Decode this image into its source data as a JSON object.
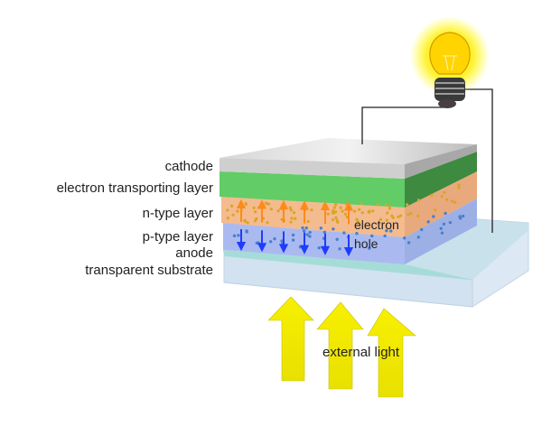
{
  "layer_labels": {
    "cathode": "cathode",
    "etl": "electron transporting layer",
    "n_type": "n-type layer",
    "p_type": "p-type layer",
    "anode": "anode",
    "substrate": "transparent substrate"
  },
  "carrier_labels": {
    "electron": "electron",
    "hole": "hole"
  },
  "light_label": "external light",
  "colors": {
    "cathode": "#c8c8c8",
    "etl": "#5fcb64",
    "n_type": "#f3b98c",
    "p_type": "#a9b9ec",
    "anode": "#a6dcd8",
    "substrate": "#cfe2f0",
    "electron_arrow": "#ff8a1a",
    "hole_arrow": "#1f3cff",
    "light_arrow": "#f5f000"
  }
}
